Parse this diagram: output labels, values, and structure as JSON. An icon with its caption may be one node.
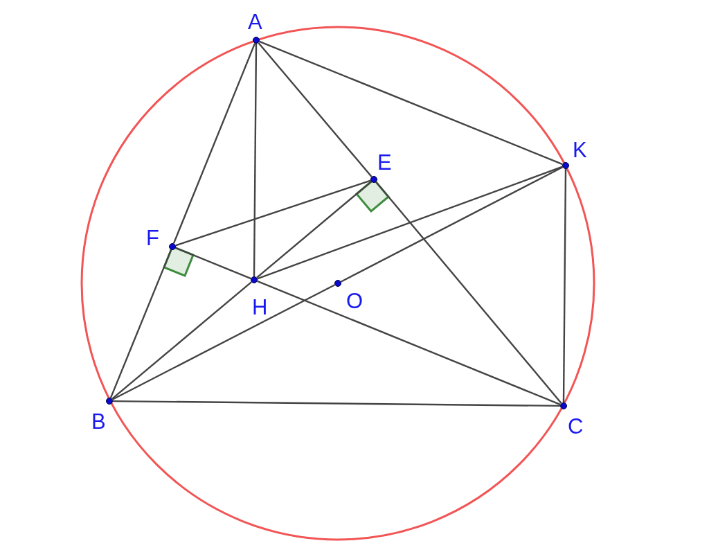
{
  "diagram": {
    "nodes": [
      {
        "text": [
          "A"
        ]
      },
      {
        "text": [
          "K"
        ]
      },
      {
        "text": [
          "E"
        ]
      },
      {
        "text": [
          "F"
        ]
      },
      {
        "text": [
          "H"
        ]
      },
      {
        "text": [
          "O"
        ]
      },
      {
        "text": [
          "B"
        ]
      },
      {
        "text": [
          "C"
        ]
      }
    ],
    "edges": [
      {
        "from": 0,
        "to": 3,
        "arrow": "none"
      },
      {
        "from": 3,
        "to": 6,
        "arrow": "none"
      },
      {
        "from": 0,
        "to": 2,
        "arrow": "none"
      },
      {
        "from": 2,
        "to": 7,
        "arrow": "none"
      },
      {
        "from": 6,
        "to": 7,
        "arrow": "none"
      },
      {
        "from": 0,
        "to": 4,
        "arrow": "none"
      },
      {
        "from": 0,
        "to": 1,
        "arrow": "none"
      },
      {
        "from": 1,
        "to": 7,
        "arrow": "none"
      },
      {
        "from": 6,
        "to": 4,
        "arrow": "none"
      },
      {
        "from": 4,
        "to": 2,
        "arrow": "none"
      },
      {
        "from": 7,
        "to": 4,
        "arrow": "none"
      },
      {
        "from": 4,
        "to": 3,
        "arrow": "none"
      },
      {
        "from": 3,
        "to": 2,
        "arrow": "none"
      },
      {
        "from": 4,
        "to": 1,
        "arrow": "none"
      },
      {
        "from": 6,
        "to": 5,
        "arrow": "none"
      },
      {
        "from": 5,
        "to": 1,
        "arrow": "none"
      }
    ]
  }
}
